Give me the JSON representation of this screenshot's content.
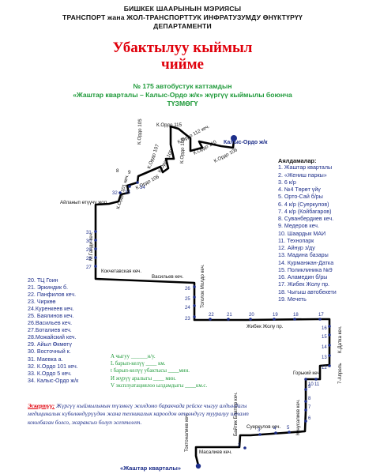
{
  "header": {
    "line1": "БИШКЕК ШААРЫНЫН МЭРИЯСЫ",
    "line2": "ТРАНСПОРТ жана ЖОЛ-ТРАНСПОРТТУК ИНФРАТУЗУМДУ ӨНҮКТҮРҮҮ",
    "line3": "ДЕПАРТАМЕНТИ"
  },
  "title": {
    "line1": "Убактылуу кыймыл",
    "line2": "чийме"
  },
  "subtitle": {
    "line1": "№ 175  автобустук каттамдын",
    "line2": "«Жаштар кварталы – Калыс-Ордо ж/к» жүргүү кыймылы боюнча",
    "line3": "ТҮЗМӨГҮ"
  },
  "stops_heading": "Аялдамалар:",
  "stops_right": [
    "1. Жаштар кварталы",
    "2. «Жениш паркы»",
    "3. 6 к/р",
    "4. №4 Төрөт үйү",
    "5. Орто-Сай б/ры",
    "6. 4 к/р (Суеркулов)",
    "7. 4 к/р (Койбагаров)",
    "8. Суванбердиев кеч.",
    "9. Медеров  кеч.",
    "10. Шаардык МАИ",
    "11. Технопарк",
    "12. Айнур з/ду",
    "13. Мадина базары",
    "14. Курманжан-Датка",
    "15. Поликлиника №9",
    "16. Аламедин б/ры",
    "17. Жибек Жолу пр.",
    "18. Чыгыш автобекети",
    "19. Мечеть"
  ],
  "stops_left": [
    "20. ТЦ Гоин",
    "21. Эркиндик б.",
    "22. Панфилов кеч.",
    "23. Чиркөө",
    "24.Куренкеев кеч.",
    "25. Баялинов кеч.",
    "26.Васильев кеч.",
    "27.Боталиев кеч.",
    "28.Можайский кеч.",
    "29. Айыл Өкмөтү",
    "30. Восточный к.",
    "31. Маевка а.",
    "32. К.Ордо 101 кеч.",
    "33. К.Ордо 5 кеч.",
    "34. Калыс-Ордо ж/к"
  ],
  "legend": [
    "A чыгуу ______н/у.",
    "L барып-келүү ____ км.",
    "t барып-келүү убактысы ____мин.",
    "И жүрүү аралыгы ____  мин.",
    "V эксплуатациялоо ылдамдыгы ____км.с."
  ],
  "note": {
    "label": "Эскертүү:",
    "text": " Жүргүү кыймылынын түзмөгү жолдомо баракчада рейске чыгуу алдындагы медициналык күбөлөндүрүүдөн жана техникалык кароодон өткөндүгү тууралуу штамп коюлбаган болсо, жараксыз болуп эсептелет."
  },
  "map": {
    "route_color": "#000000",
    "stop_color": "#1e2f8a",
    "start_label": "«Жаштар кварталы»",
    "end_label": "Калыс-Ордо ж/к",
    "streets": [
      "К.Ордо 115",
      "К.Ордо 112 кеч.",
      "К.Ордо 110",
      "К.Ордо 106",
      "К.Ордо 109",
      "К.Ордо 107",
      "К.Ордо 108",
      "К.Ордо 105",
      "8",
      "9",
      "К.Ордо 106",
      "К.Ордо 101 кеч.",
      "Айланып өтүүчү жол",
      "М.Ганди кеч.",
      "Кокчетавская кеч.",
      "Васильев кеч.",
      "Тоголок Молдо кеч.",
      "Жибек Жолу пр.",
      "7-Апрель",
      "К.Датка кеч.",
      "Горький кеч.",
      "Юнусалиев кеч.",
      "Суеркулов кеч.",
      "Байтик Баатыр кеч.",
      "Масалиев кеч.",
      "Токтоналиев кеч."
    ],
    "stop_numbers": [
      "1",
      "2",
      "3",
      "4",
      "5",
      "6",
      "7",
      "8",
      "9",
      "10",
      "11",
      "12",
      "13",
      "14",
      "15",
      "16",
      "17",
      "18",
      "19",
      "20",
      "21",
      "22",
      "23",
      "24",
      "25",
      "26",
      "27",
      "28",
      "29",
      "30",
      "31",
      "32",
      "33",
      "34"
    ]
  }
}
